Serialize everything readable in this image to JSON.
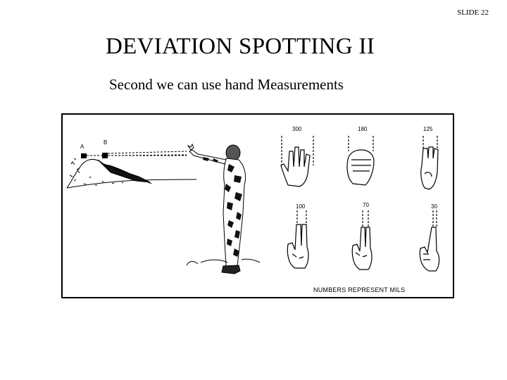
{
  "slide": {
    "number_label": "SLIDE 22",
    "title": "DEVIATION SPOTTING II",
    "subtitle": "Second we can use hand Measurements"
  },
  "figure": {
    "point_labels": {
      "a": "A",
      "b": "B"
    },
    "hands": [
      {
        "mils": "300",
        "gesture": "spread-hand"
      },
      {
        "mils": "180",
        "gesture": "fist"
      },
      {
        "mils": "125",
        "gesture": "three-fingers"
      },
      {
        "mils": "100",
        "gesture": "two-fingers"
      },
      {
        "mils": "70",
        "gesture": "two-fingers-narrow"
      },
      {
        "mils": "30",
        "gesture": "one-finger"
      }
    ],
    "caption": "NUMBERS REPRESENT MILS"
  }
}
